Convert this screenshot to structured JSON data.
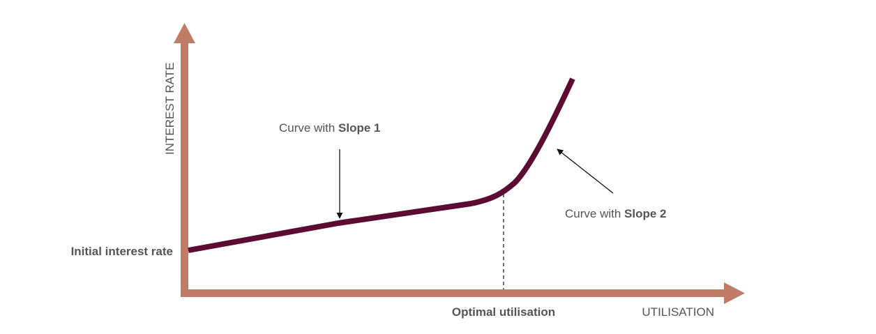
{
  "diagram": {
    "y_axis_label": "INTEREST RATE",
    "x_axis_label": "UTILISATION",
    "initial_rate_label": "Initial interest rate",
    "optimal_label": "Optimal utilisation",
    "slope1": {
      "prefix": "Curve with ",
      "bold": "Slope 1"
    },
    "slope2": {
      "prefix": "Curve with ",
      "bold": "Slope 2"
    },
    "colors": {
      "axis": "#c17c67",
      "curve": "#5c0b33",
      "text": "#555555",
      "annotation": "#111111"
    }
  }
}
